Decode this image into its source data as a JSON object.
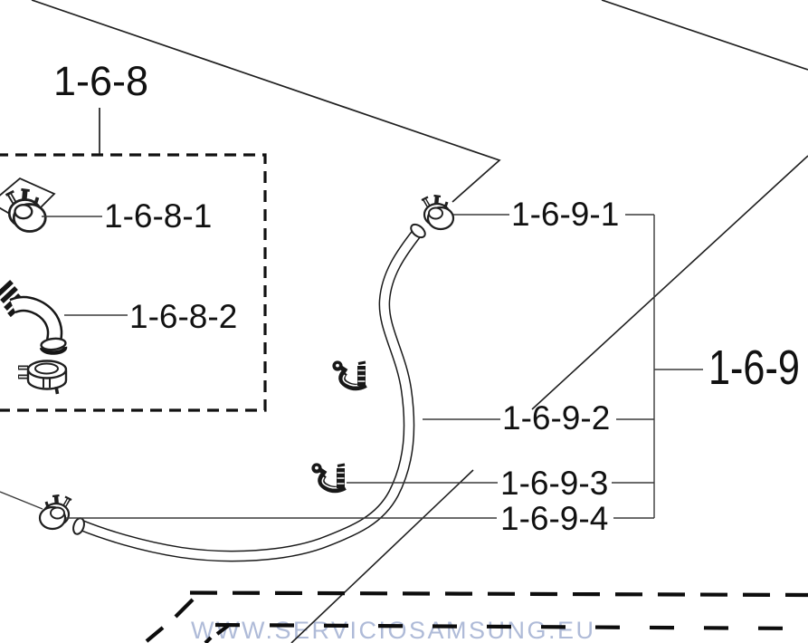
{
  "diagram": {
    "kind": "exploded-parts-diagram",
    "labels": {
      "group_left": "1-6-8",
      "group_right": "1-6-9",
      "clamp_168_1": "1-6-8-1",
      "hose_168_2": "1-6-8-2",
      "clamp_169_1": "1-6-9-1",
      "hose_169_2": "1-6-9-2",
      "holder_169_3": "1-6-9-3",
      "clamp_169_4": "1-6-9-4"
    },
    "colors": {
      "line": "#1f1f1f",
      "leader": "#3a3a3a",
      "dash": "#0d0d0d",
      "background": "#ffffff",
      "watermark": "#afbbd8"
    }
  },
  "watermark": {
    "text": "WWW.SERVICIOSAMSUNG.EU"
  }
}
